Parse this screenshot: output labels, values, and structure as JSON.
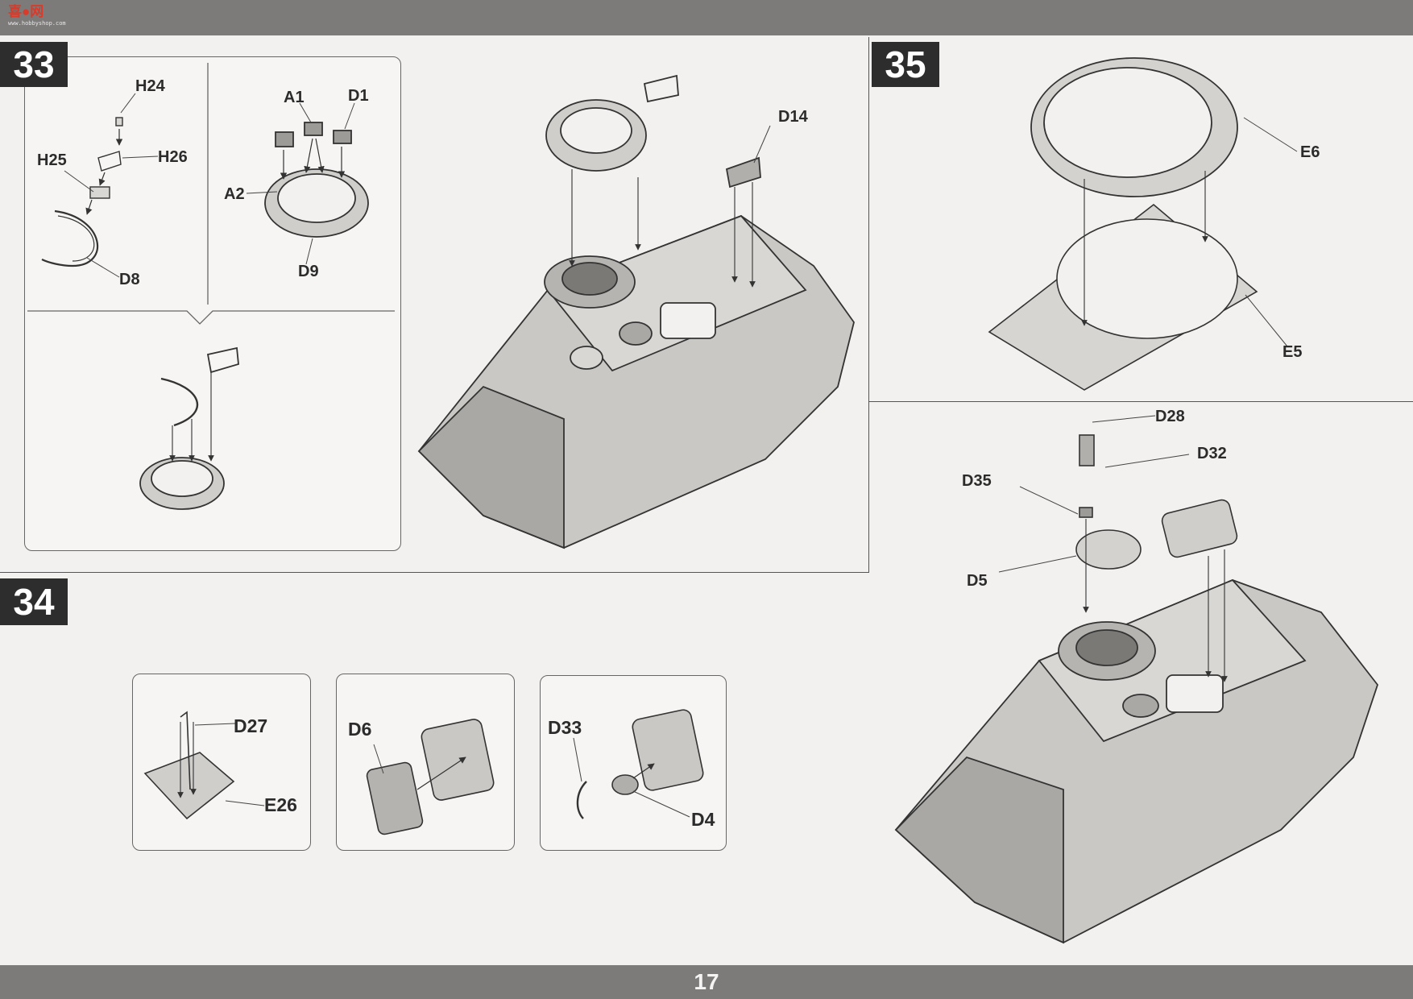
{
  "watermark": {
    "line1": "喜●网",
    "line2": "www.hobbyshop.com"
  },
  "page_number": "17",
  "steps": {
    "s33": "33",
    "s34": "34",
    "s35": "35"
  },
  "parts": {
    "H24": "H24",
    "H25": "H25",
    "H26": "H26",
    "D8": "D8",
    "A1": "A1",
    "D1": "D1",
    "A2": "A2",
    "D9": "D9",
    "D14": "D14",
    "E6": "E6",
    "E5": "E5",
    "D28": "D28",
    "D32": "D32",
    "D35": "D35",
    "D5": "D5",
    "D27": "D27",
    "E26": "E26",
    "D6": "D6",
    "D33": "D33",
    "D4": "D4"
  }
}
